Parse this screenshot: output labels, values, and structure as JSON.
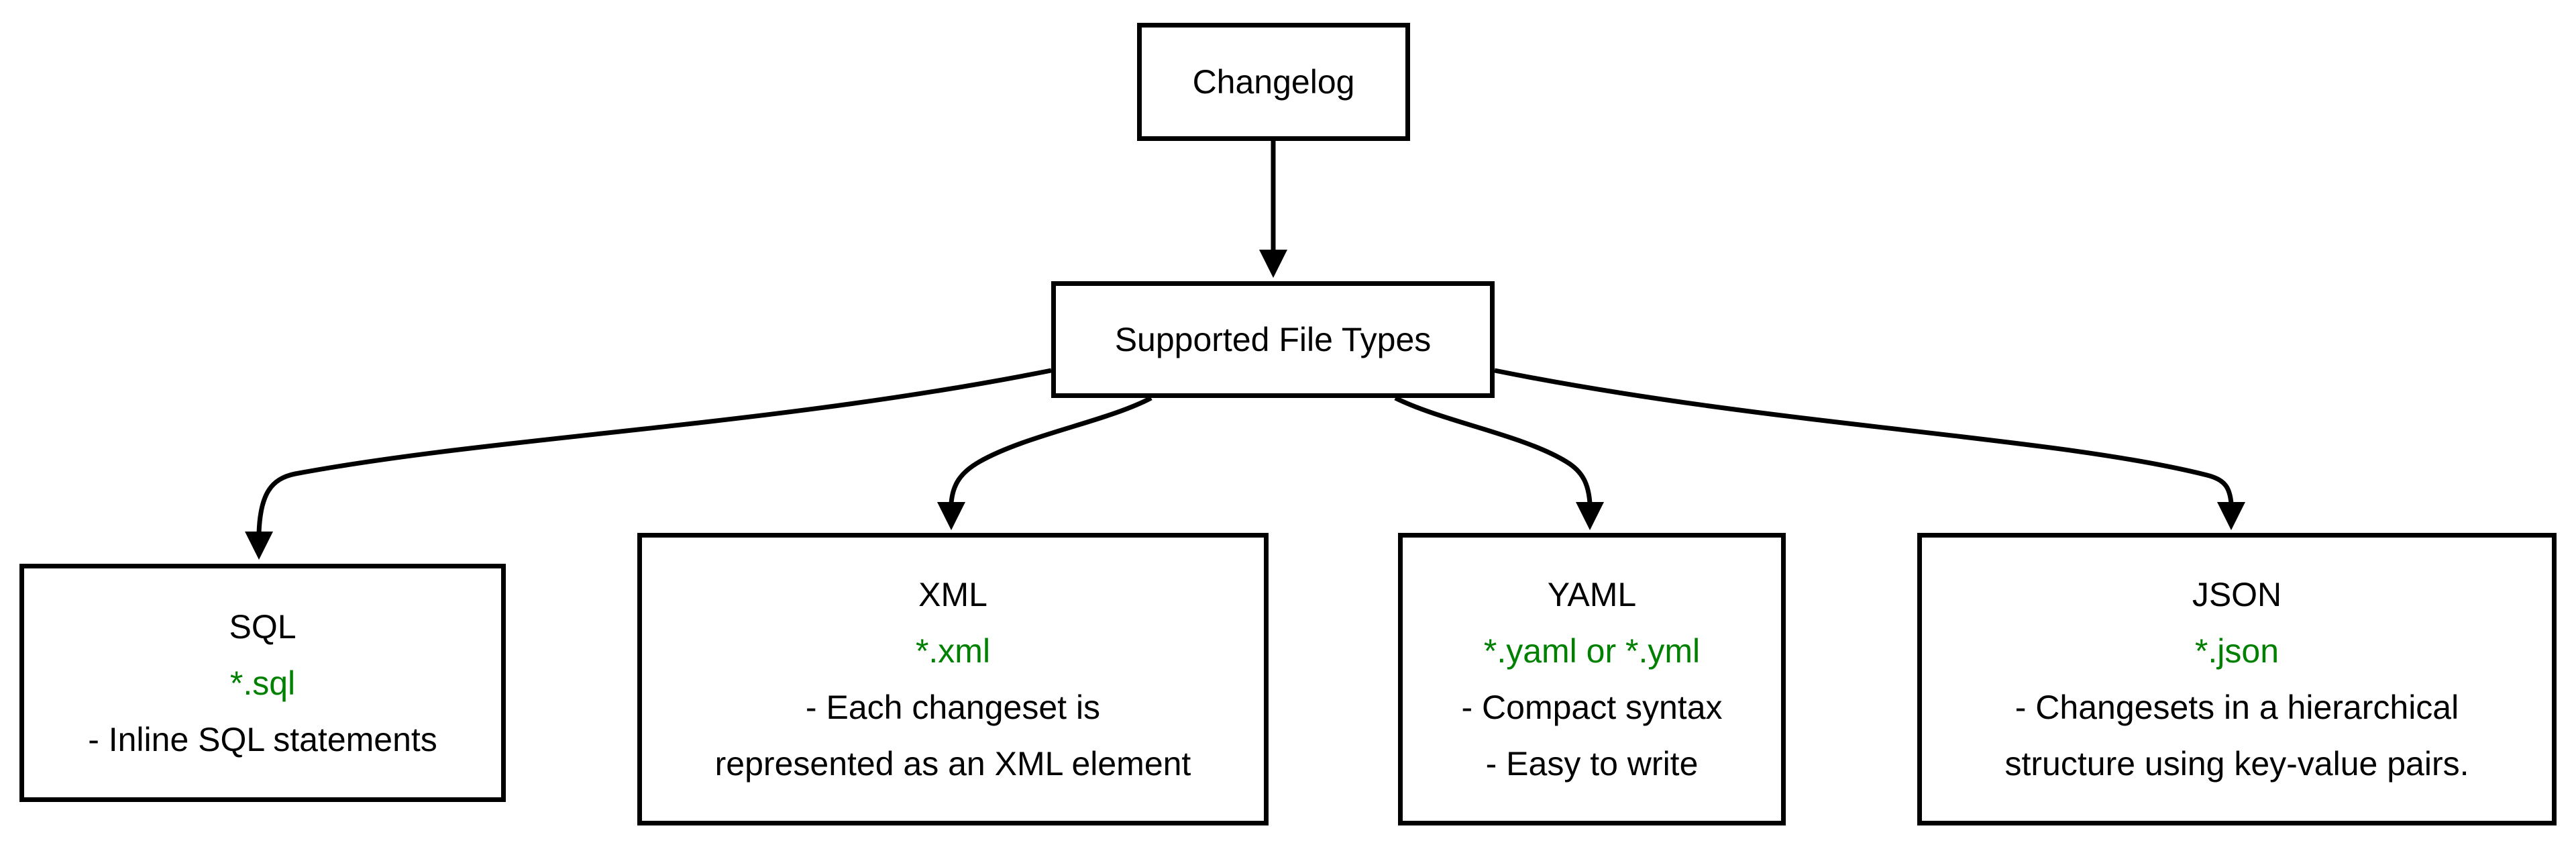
{
  "diagram": {
    "root": {
      "label": "Changelog"
    },
    "hub": {
      "label": "Supported File Types"
    },
    "nodes": [
      {
        "id": "sql",
        "title": "SQL",
        "extension": "*.sql",
        "desc_lines": [
          "- Inline SQL statements"
        ]
      },
      {
        "id": "xml",
        "title": "XML",
        "extension": "*.xml",
        "desc_lines": [
          "- Each changeset is",
          "represented as an XML element"
        ]
      },
      {
        "id": "yaml",
        "title": "YAML",
        "extension": "*.yaml or *.yml",
        "desc_lines": [
          "- Compact syntax",
          "- Easy to write"
        ]
      },
      {
        "id": "json",
        "title": "JSON",
        "extension": "*.json",
        "desc_lines": [
          "- Changesets in a hierarchical",
          "structure using key-value pairs."
        ]
      }
    ],
    "edges": [
      {
        "from": "Changelog",
        "to": "Supported File Types"
      },
      {
        "from": "Supported File Types",
        "to": "SQL"
      },
      {
        "from": "Supported File Types",
        "to": "XML"
      },
      {
        "from": "Supported File Types",
        "to": "YAML"
      },
      {
        "from": "Supported File Types",
        "to": "JSON"
      }
    ],
    "colors": {
      "extension_green": "#008000",
      "line_black": "#000000",
      "box_border": "#000000",
      "background": "#ffffff"
    }
  }
}
